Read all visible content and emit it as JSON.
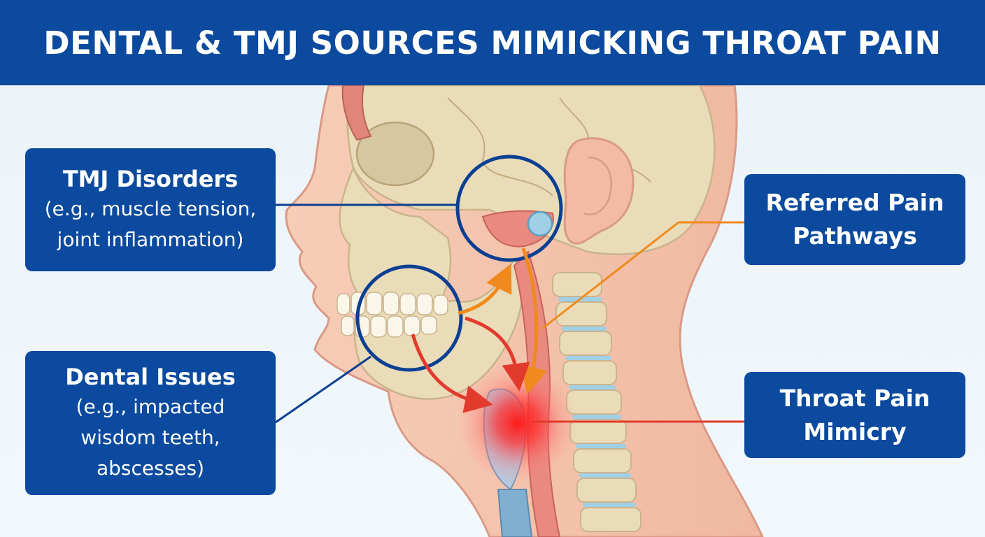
{
  "title": "DENTAL & TMJ SOURCES MIMICKING THROAT PAIN",
  "callouts": {
    "tmj": {
      "heading": "TMJ Disorders",
      "detail_lines": [
        "(e.g., muscle tension,",
        "joint inflammation)"
      ]
    },
    "dental": {
      "heading": "Dental Issues",
      "detail_lines": [
        "(e.g., impacted",
        "wisdom teeth,",
        "abscesses)"
      ]
    },
    "referred": {
      "heading_lines": [
        "Referred Pain",
        "Pathways"
      ]
    },
    "throat": {
      "heading_lines": [
        "Throat Pain",
        "Mimicry"
      ]
    }
  },
  "colors": {
    "title_bar": "#0b4a9e",
    "callout_bg": "#0b4a9e",
    "highlight_circle": "#0b3f93",
    "referred_arrow": "#f08a1e",
    "pain_arrow": "#e23a2c",
    "pain_glow": "#ff2020",
    "skin": "#f5c9b6",
    "bone": "#eadcb8"
  }
}
